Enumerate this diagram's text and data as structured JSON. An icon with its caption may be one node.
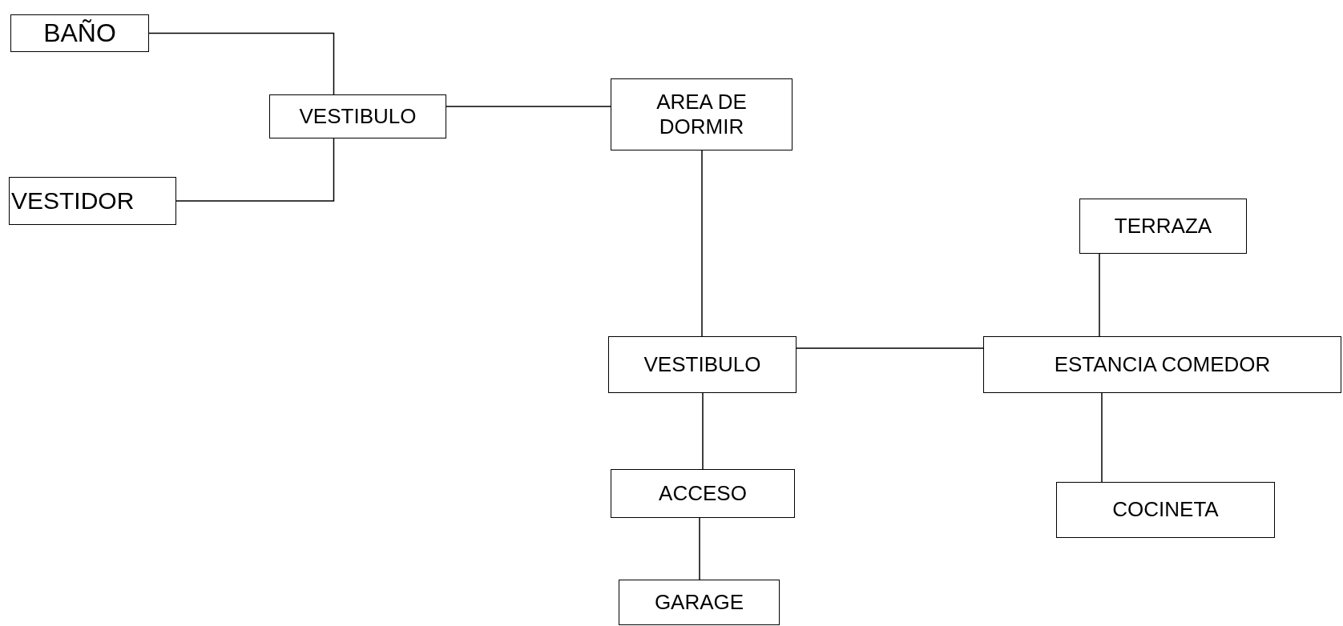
{
  "diagram": {
    "nodes": [
      {
        "text": [
          "BAÑO"
        ]
      },
      {
        "text": [
          "VESTIBULO"
        ]
      },
      {
        "text": [
          "VESTIDOR"
        ]
      },
      {
        "text": [
          "AREA DE DORMIR"
        ]
      },
      {
        "text": [
          "TERRAZA"
        ]
      },
      {
        "text": [
          "VESTIBULO"
        ]
      },
      {
        "text": [
          "ESTANCIA COMEDOR"
        ]
      },
      {
        "text": [
          "ACCESO"
        ]
      },
      {
        "text": [
          "COCINETA"
        ]
      },
      {
        "text": [
          "GARAGE"
        ]
      }
    ],
    "edges": [
      {
        "from": 0,
        "to": 1,
        "arrow": "none"
      },
      {
        "from": 2,
        "to": 1,
        "arrow": "none"
      },
      {
        "from": 1,
        "to": 3,
        "arrow": "none"
      },
      {
        "from": 3,
        "to": 5,
        "arrow": "none"
      },
      {
        "from": 5,
        "to": 6,
        "arrow": "none"
      },
      {
        "from": 4,
        "to": 6,
        "arrow": "none"
      },
      {
        "from": 6,
        "to": 8,
        "arrow": "none"
      },
      {
        "from": 5,
        "to": 7,
        "arrow": "none"
      },
      {
        "from": 7,
        "to": 9,
        "arrow": "none"
      }
    ]
  }
}
